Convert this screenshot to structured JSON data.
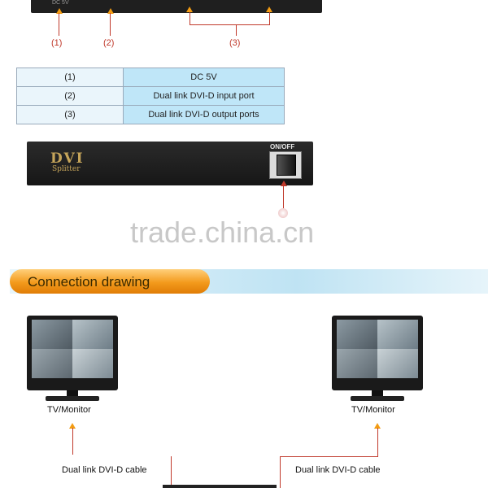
{
  "top_device": {
    "dc_label": "DC 5V"
  },
  "callouts": [
    "(1)",
    "(2)",
    "(3)"
  ],
  "spec_table": {
    "rows": [
      {
        "num": "(1)",
        "desc": "DC 5V"
      },
      {
        "num": "(2)",
        "desc": "Dual link DVI-D input port"
      },
      {
        "num": "(3)",
        "desc": "Dual link DVI-D output ports"
      }
    ]
  },
  "front_device": {
    "logo": "DVI",
    "sub_logo": "Splitter",
    "switch_label": "ON/OFF"
  },
  "watermark": "trade.china.cn",
  "connection": {
    "title": "Connection drawing"
  },
  "monitors": [
    {
      "label": "TV/Monitor",
      "cable_label": "Dual link DVI-D cable"
    },
    {
      "label": "TV/Monitor",
      "cable_label": "Dual link DVI-D cable"
    }
  ],
  "colors": {
    "accent_red": "#c0392b",
    "accent_orange": "#f39a1c",
    "band_blue": "#bfe3f3",
    "logo_gold": "#c6a55a"
  }
}
